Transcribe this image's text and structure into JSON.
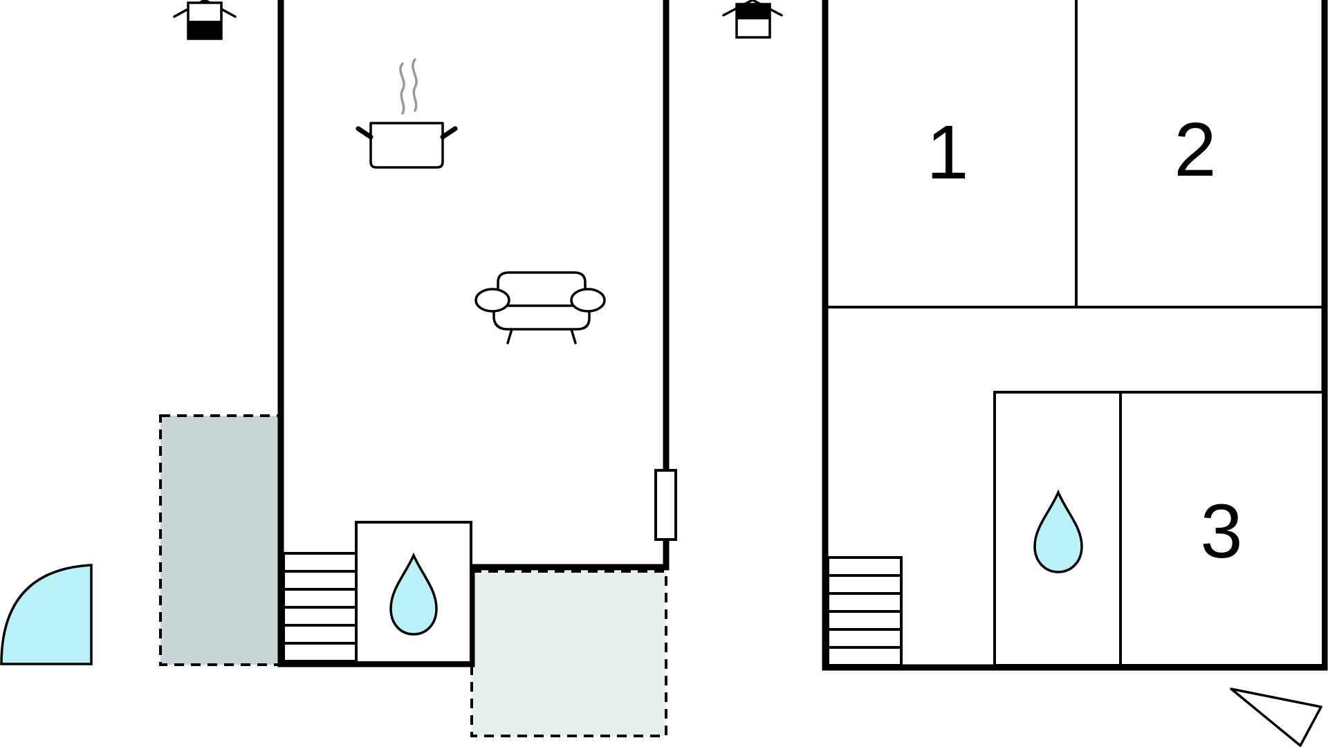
{
  "rooms": {
    "bedroom_1": "1",
    "bedroom_2": "2",
    "bedroom_3": "3"
  },
  "colors": {
    "wall": "#000000",
    "water_drop": "#b9f1f8",
    "terrace": "#c9d4d6",
    "patio": "#e7efef",
    "door_swing": "#b9f1f8",
    "steam": "#999999",
    "background": "#ffffff"
  },
  "icons": {
    "kitchen": "cooking-pot-icon",
    "living_room": "sofa-icon",
    "bathroom": "water-drop-icon",
    "fireplace": "fireplace-icon",
    "stairs": "stairs-icon",
    "entrance": "door-swing-icon",
    "compass": "north-arrow-icon"
  }
}
